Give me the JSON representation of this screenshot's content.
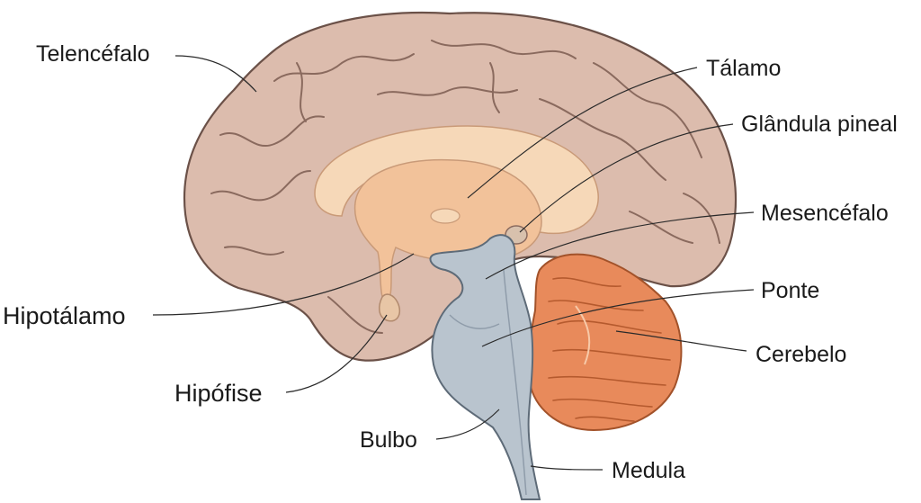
{
  "colors": {
    "cortex": "#dcbcad",
    "cortex_outline": "#6b5148",
    "inner_cream": "#f6d8b8",
    "inner_peach": "#f2c29a",
    "brainstem": "#b9c4ce",
    "cerebellum": "#e88a5b",
    "leader": "#2a2a2a"
  },
  "labels": {
    "telencefalo": "Telencéfalo",
    "talamo": "Tálamo",
    "glandula_pineal": "Glândula pineal",
    "mesencefalo": "Mesencéfalo",
    "ponte": "Ponte",
    "cerebelo": "Cerebelo",
    "hipotalamo": "Hipotálamo",
    "hipofise": "Hipófise",
    "bulbo": "Bulbo",
    "medula": "Medula"
  }
}
